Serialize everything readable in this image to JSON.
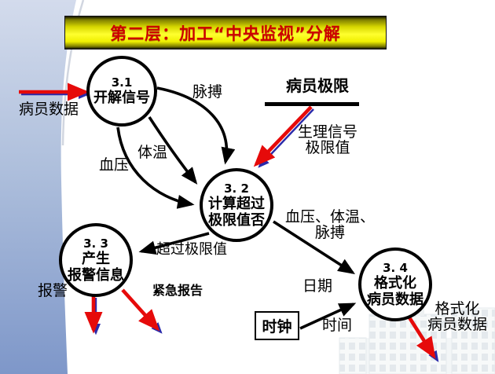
{
  "title": "第二层：加工“中央监视”分解",
  "processes": [
    {
      "id": "3.1",
      "l1": "开解信号",
      "l2": ""
    },
    {
      "id": "3. 2",
      "l1": "计算超过",
      "l2": "极限值否"
    },
    {
      "id": "3. 3",
      "l1": "产生",
      "l2": "报警信息"
    },
    {
      "id": "3. 4",
      "l1": "格式化",
      "l2": "病员数据"
    }
  ],
  "store": {
    "title": "病员极限"
  },
  "external": {
    "clock": "时钟"
  },
  "flows": {
    "patient_data": "病员数据",
    "pulse": "脉搏",
    "temperature": "体温",
    "blood_pressure": "血压",
    "physio_limits": "生理信号\n极限值",
    "exceed_limit": "超过极限值",
    "alarm": "报警",
    "urgent_report": "紧急报告",
    "bp_temp_pulse": "血压、体温、\n脉搏",
    "date": "日期",
    "time": "时间",
    "formatted_output": "格式化\n病员数据"
  },
  "colors": {
    "banner_bg": "#f2f200",
    "banner_text": "#cc0000",
    "arrow_red": "#e60a0a",
    "arrow_blue": "#2a2aaa",
    "swoosh_top": "#d3dbec",
    "swoosh_bottom": "#7e97c9"
  }
}
